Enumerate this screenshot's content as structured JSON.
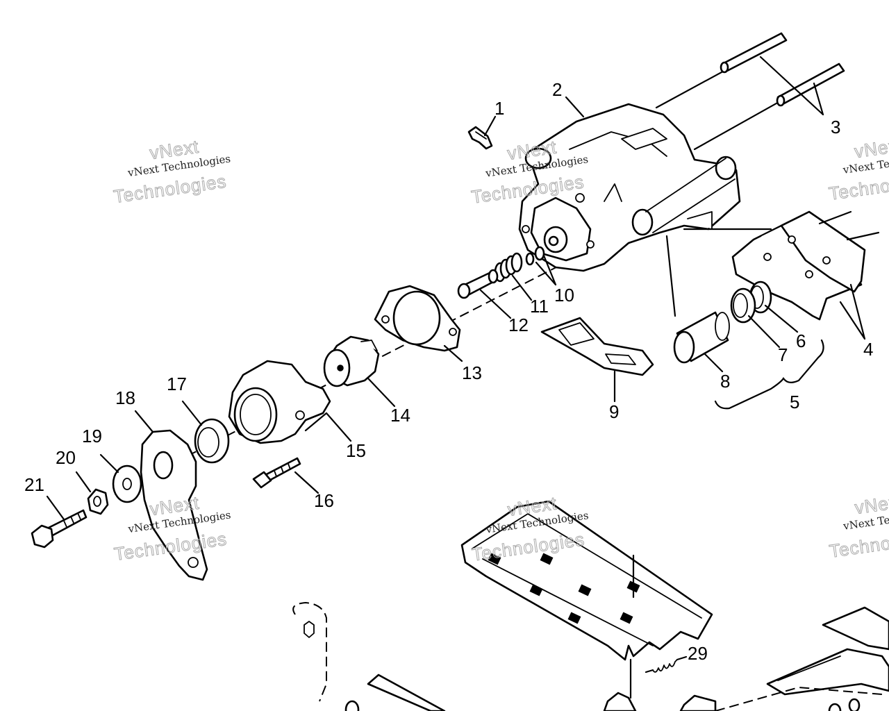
{
  "diagram": {
    "callouts": [
      {
        "id": "1",
        "text": "1"
      },
      {
        "id": "2",
        "text": "2"
      },
      {
        "id": "3",
        "text": "3"
      },
      {
        "id": "4",
        "text": "4"
      },
      {
        "id": "5",
        "text": "5"
      },
      {
        "id": "6",
        "text": "6"
      },
      {
        "id": "7",
        "text": "7"
      },
      {
        "id": "8",
        "text": "8"
      },
      {
        "id": "9",
        "text": "9"
      },
      {
        "id": "10",
        "text": "10"
      },
      {
        "id": "11",
        "text": "11"
      },
      {
        "id": "12",
        "text": "12"
      },
      {
        "id": "13",
        "text": "13"
      },
      {
        "id": "14",
        "text": "14"
      },
      {
        "id": "15",
        "text": "15"
      },
      {
        "id": "16",
        "text": "16"
      },
      {
        "id": "17",
        "text": "17"
      },
      {
        "id": "18",
        "text": "18"
      },
      {
        "id": "19",
        "text": "19"
      },
      {
        "id": "20",
        "text": "20"
      },
      {
        "id": "21",
        "text": "21"
      },
      {
        "id": "29",
        "text": "29"
      }
    ]
  },
  "watermark": {
    "label": "vNext Technologies",
    "big_line1": "vNext",
    "big_line2": "Technologies"
  }
}
